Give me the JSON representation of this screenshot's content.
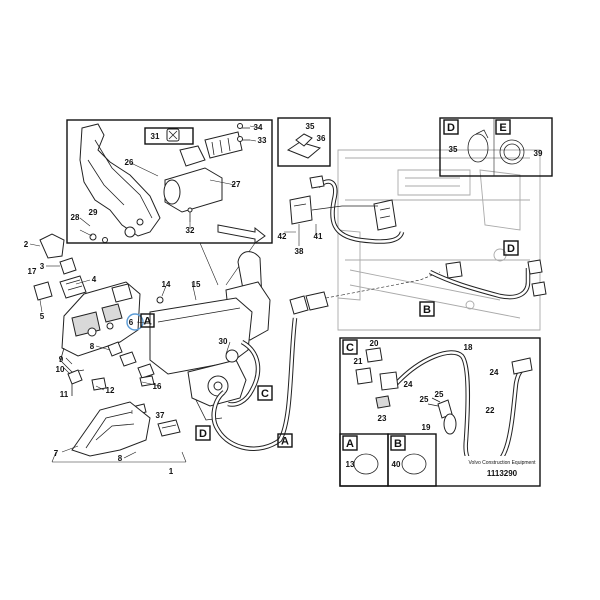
{
  "callouts": [
    "1",
    "2",
    "3",
    "4",
    "5",
    "6",
    "7",
    "8",
    "9",
    "10",
    "11",
    "12",
    "13",
    "14",
    "15",
    "16",
    "17",
    "18",
    "19",
    "20",
    "21",
    "22",
    "23",
    "24",
    "25",
    "26",
    "27",
    "28",
    "29",
    "30",
    "31",
    "32",
    "33",
    "34",
    "35",
    "36",
    "37",
    "38",
    "39",
    "40",
    "41",
    "42"
  ],
  "section_tags": [
    "A",
    "B",
    "C",
    "D",
    "E"
  ],
  "footer": {
    "label": "Volvo Construction Equipment",
    "drawing_number": "1113290"
  },
  "colors": {
    "line": "#222222",
    "tag_border": "#111111",
    "detail_fill": "#d9d9d9",
    "ghost": "#aaaaaa",
    "highlight_ring": "#5b9bd5"
  }
}
